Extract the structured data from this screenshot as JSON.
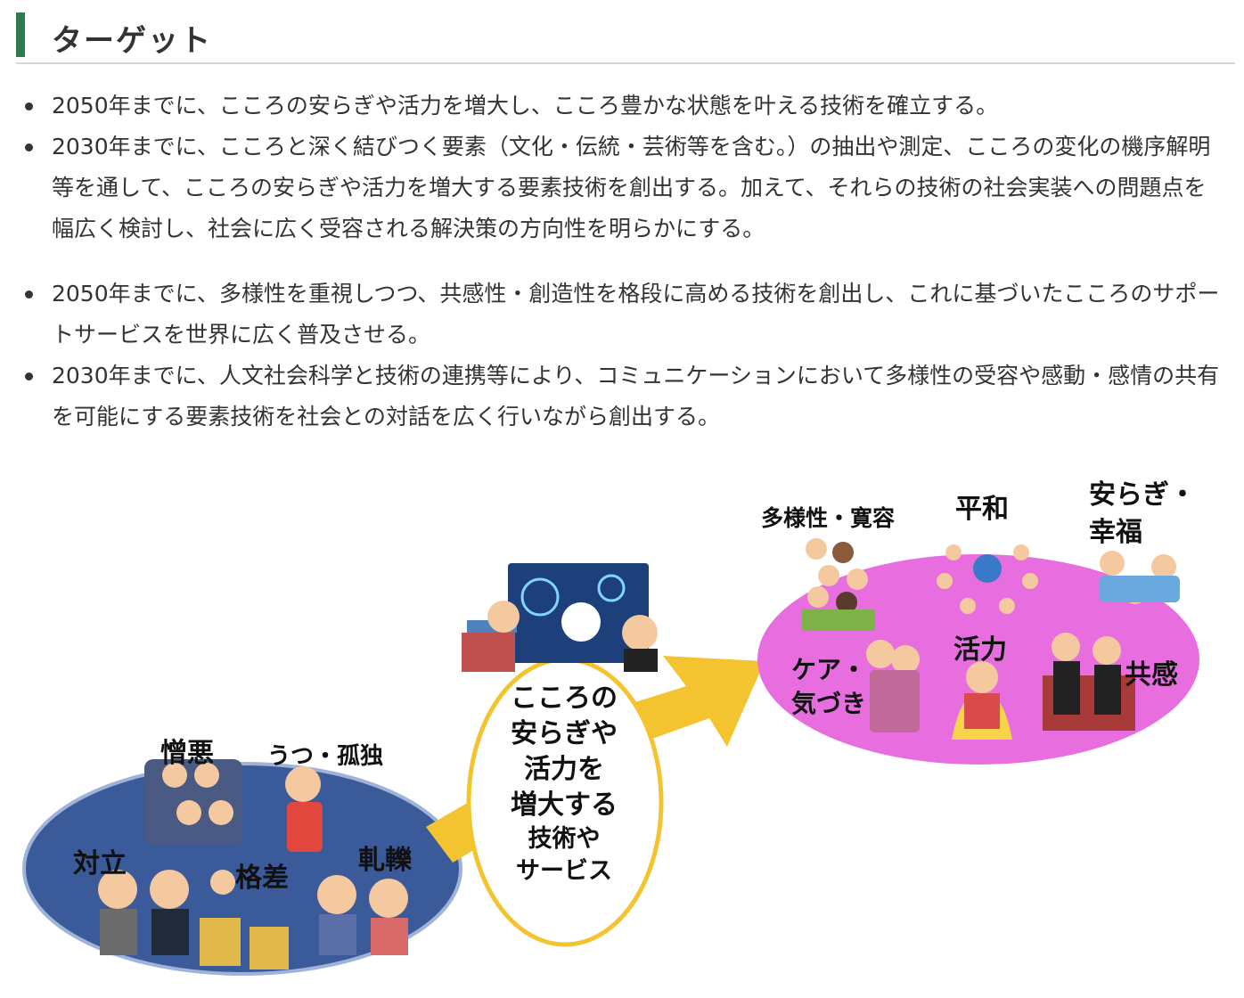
{
  "heading": {
    "title": "ターゲット",
    "accent_color": "#2e7d4f"
  },
  "list1": [
    "2050年までに、こころの安らぎや活力を増大し、こころ豊かな状態を叶える技術を確立する。",
    "2030年までに、こころと深く結びつく要素（文化・伝統・芸術等を含む。）の抽出や測定、こころの変化の機序解明等を通して、こころの安らぎや活力を増大する要素技術を創出する。加えて、それらの技術の社会実装への問題点を幅広く検討し、社会に広く受容される解決策の方向性を明らかにする。"
  ],
  "list2": [
    "2050年までに、多様性を重視しつつ、共感性・創造性を格段に高める技術を創出し、これに基づいたこころのサポートサービスを世界に広く普及させる。",
    "2030年までに、人文社会科学と技術の連携等により、コミュニケーションにおいて多様性の受容や感動・感情の共有を可能にする要素技術を社会との対話を広く行いながら創出する。"
  ],
  "figure": {
    "negative": {
      "color": "#3b5a9a",
      "labels": {
        "hatred": "憎悪",
        "depression": "うつ・孤独",
        "conflict": "対立",
        "disparity": "格差",
        "friction": "軋轢"
      }
    },
    "center": {
      "line1": "こころの",
      "line2": "安らぎや",
      "line3": "活力を",
      "line4": "増大する",
      "line5": "技術や",
      "line6": "サービス",
      "border_color": "#f4c430"
    },
    "arrow_color": "#f4c430",
    "positive": {
      "color": "#e86ee0",
      "labels": {
        "diversity": "多様性・寛容",
        "peace": "平和",
        "serenity1": "安らぎ・",
        "serenity2": "幸福",
        "care1": "ケア・",
        "care2": "気づき",
        "vitality": "活力",
        "empathy": "共感"
      }
    }
  }
}
